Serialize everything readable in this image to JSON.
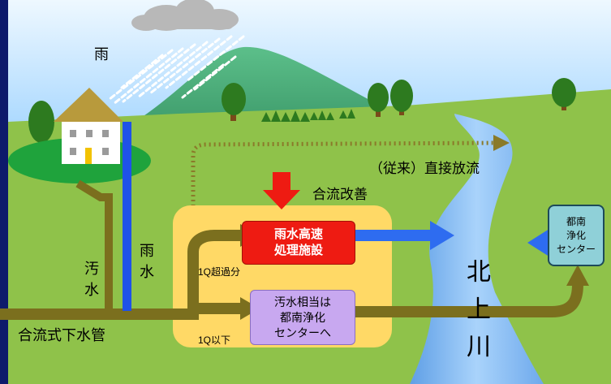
{
  "labels": {
    "rain": "雨",
    "sewage": [
      "汚",
      "水"
    ],
    "rainwater": [
      "雨",
      "水"
    ],
    "combined_pipe": "合流式下水管",
    "conventional_discharge": "（従来）直接放流",
    "improvement": "合流改善",
    "over_1q": "1Q超過分",
    "under_1q": "1Q以下",
    "river": [
      "北",
      "上",
      "川"
    ]
  },
  "boxes": {
    "rain_facility": [
      "雨水高速",
      "処理施設"
    ],
    "to_center": [
      "汚水相当は",
      "都南浄化",
      "センターへ"
    ],
    "tonan_center": [
      "都南",
      "浄化",
      "センター"
    ]
  },
  "colors": {
    "sky": "#a9d8ff",
    "ground": "#8fc24a",
    "pipe": "#7b6f1e",
    "rain_pipe": "#1f52e8",
    "arrow_blue": "#2e6cf0",
    "arrow_red": "#ee1b12",
    "facility_red": "#ee1b12",
    "center_box": "#c8a8f0",
    "zone": "#ffd966",
    "river": "#7cb6ee"
  }
}
